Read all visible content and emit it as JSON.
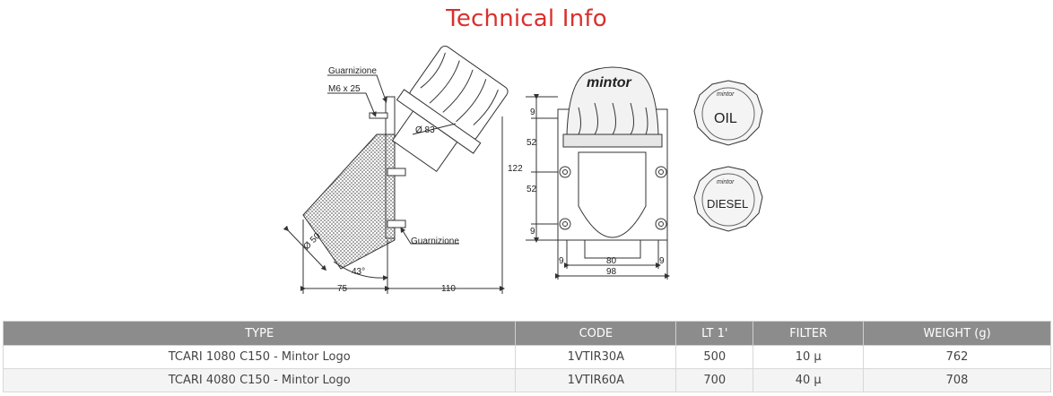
{
  "page": {
    "title": "Technical Info"
  },
  "drawing": {
    "side_view": {
      "labels": {
        "gasket_top": "Guarnizione",
        "screw": "M6 x 25",
        "diameter_83": "Ø 83",
        "diameter_50": "Ø 50",
        "gasket_bottom": "Guarnizione",
        "angle": "43°",
        "dim_75": "75",
        "dim_110": "110"
      }
    },
    "front_view": {
      "brand": "mintor",
      "labels": {
        "dim_9_top": "9",
        "dim_52_a": "52",
        "dim_122": "122",
        "dim_52_b": "52",
        "dim_9_bottom": "9",
        "dim_9_left": "9",
        "dim_80": "80",
        "dim_9_right": "9",
        "dim_98": "98"
      }
    },
    "caps": [
      {
        "brand": "mintor",
        "label": "OIL"
      },
      {
        "brand": "mintor",
        "label": "DIESEL"
      }
    ]
  },
  "table": {
    "headers": [
      "TYPE",
      "CODE",
      "LT 1'",
      "FILTER",
      "WEIGHT (g)"
    ],
    "rows": [
      [
        "TCARI 1080 C150 - Mintor Logo",
        "1VTIR30A",
        "500",
        "10 µ",
        "762"
      ],
      [
        "TCARI 4080 C150 - Mintor Logo",
        "1VTIR60A",
        "700",
        "40 µ",
        "708"
      ]
    ]
  },
  "colors": {
    "title": "#d9302c",
    "table_header": "#8c8c8c",
    "line": "#333333"
  }
}
